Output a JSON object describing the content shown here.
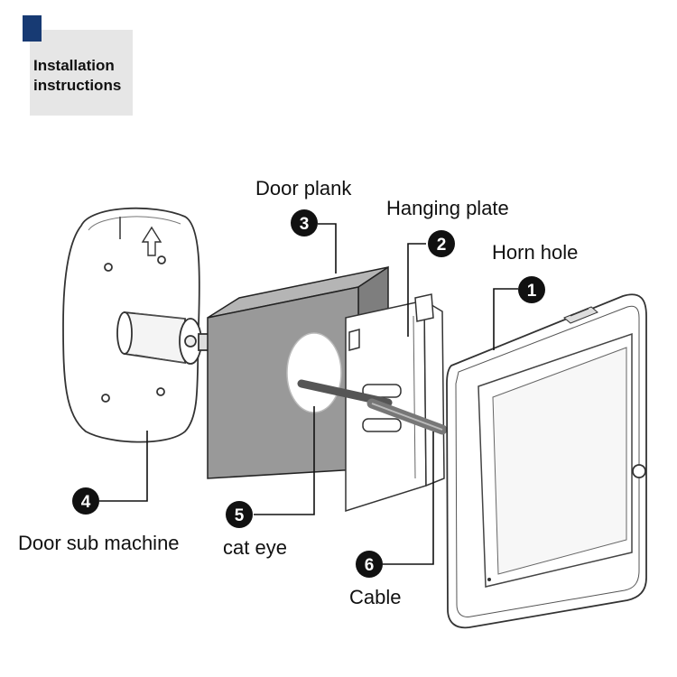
{
  "header": {
    "title": "Installation\ninstructions"
  },
  "callouts": [
    {
      "number": "1",
      "label": "Horn hole"
    },
    {
      "number": "2",
      "label": "Hanging plate"
    },
    {
      "number": "3",
      "label": "Door plank"
    },
    {
      "number": "4",
      "label": "Door sub machine"
    },
    {
      "number": "5",
      "label": "cat eye"
    },
    {
      "number": "6",
      "label": "Cable"
    }
  ],
  "colors": {
    "accent": "#173a73",
    "header_bg": "#e6e6e6",
    "door_plank": "#999999",
    "callout": "#111111"
  }
}
